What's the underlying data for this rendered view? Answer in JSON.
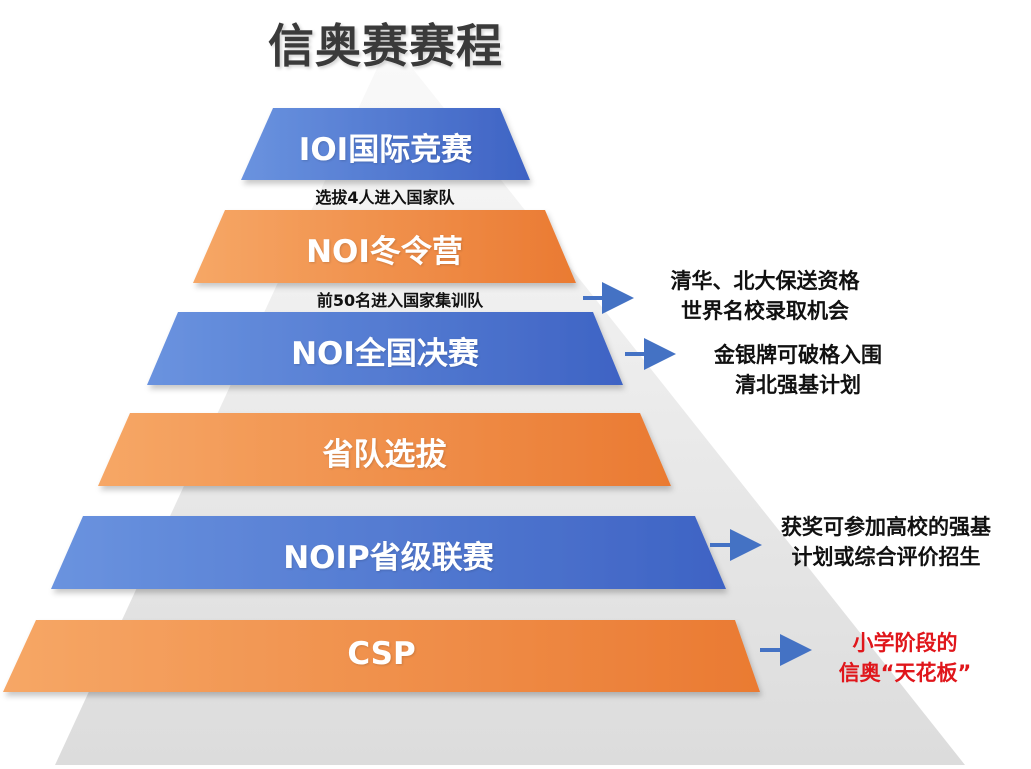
{
  "title": "信奥赛赛程",
  "tiers": [
    {
      "label": "IOI国际竞赛",
      "kind": "blue"
    },
    {
      "label": "NOI冬令营",
      "kind": "orange"
    },
    {
      "label": "NOI全国决赛",
      "kind": "blue"
    },
    {
      "label": "省队选拔",
      "kind": "orange"
    },
    {
      "label": "NOIP省级联赛",
      "kind": "blue"
    },
    {
      "label": "CSP",
      "kind": "orange"
    }
  ],
  "transitions": [
    "选拔4人进入国家队",
    "前50名进入国家集训队"
  ],
  "notes": [
    {
      "line1": "清华、北大保送资格",
      "line2": "世界名校录取机会"
    },
    {
      "line1": "金银牌可破格入围",
      "line2": "清北强基计划"
    },
    {
      "line1": "获奖可参加高校的强基",
      "line2": "计划或综合评价招生"
    },
    {
      "line1": "小学阶段的",
      "line2": "信奥“天花板”"
    }
  ],
  "colors": {
    "blue_light": "#6a93df",
    "blue_dark": "#3e63c4",
    "orange_light": "#f6a766",
    "orange_dark": "#ea7a32",
    "arrow": "#4472c4",
    "highlight_red": "#e0161b",
    "title": "#3a3a3a"
  }
}
